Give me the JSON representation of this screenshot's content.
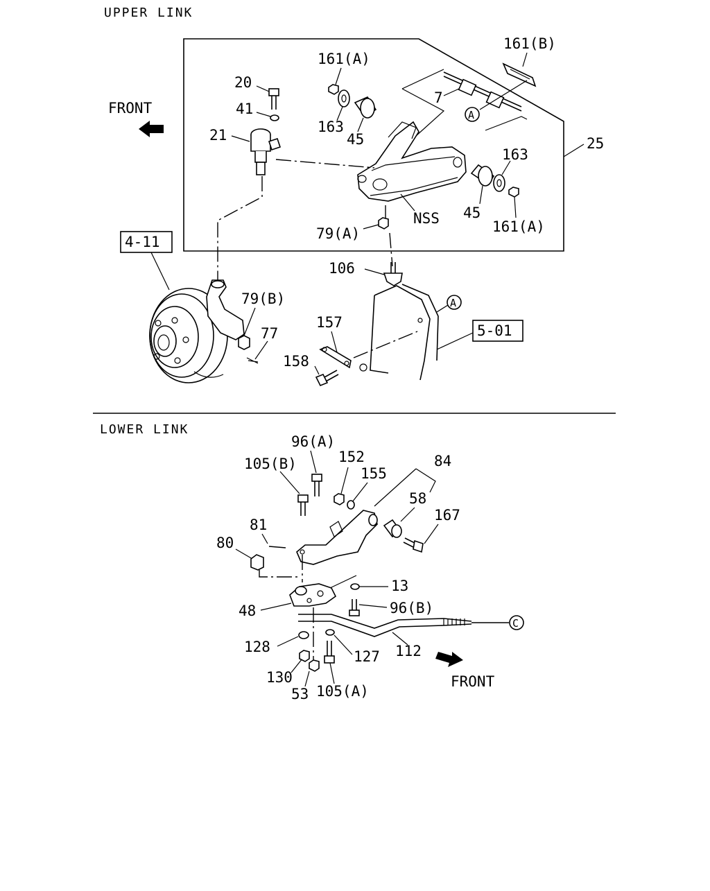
{
  "sections": {
    "upper": "UPPER LINK",
    "lower": "LOWER LINK"
  },
  "front_label": "FRONT",
  "upper_callouts": {
    "p161b": "161(B)",
    "p161a_top": "161(A)",
    "p161a_bottom": "161(A)",
    "p20": "20",
    "p41": "41",
    "p21": "21",
    "p7": "7",
    "p163_left": "163",
    "p163_right": "163",
    "p45_left": "45",
    "p45_right": "45",
    "p25": "25",
    "nss": "NSS",
    "p79a": "79(A)",
    "p106": "106",
    "p79b": "79(B)",
    "p77": "77",
    "p157": "157",
    "p158": "158",
    "ref_411": "4-11",
    "ref_501": "5-01",
    "circle_a_upper": "A",
    "circle_a_lower": "A"
  },
  "lower_callouts": {
    "p96a": "96(A)",
    "p105b": "105(B)",
    "p152": "152",
    "p155": "155",
    "p84": "84",
    "p58": "58",
    "p167": "167",
    "p81": "81",
    "p80": "80",
    "p13": "13",
    "p48": "48",
    "p96b": "96(B)",
    "circle_c": "C",
    "p128": "128",
    "p127": "127",
    "p112": "112",
    "p130": "130",
    "p53": "53",
    "p105a": "105(A)"
  },
  "icons": {
    "front_arrow": "front-arrow-icon",
    "circle_letter": "circled-letter-icon"
  }
}
